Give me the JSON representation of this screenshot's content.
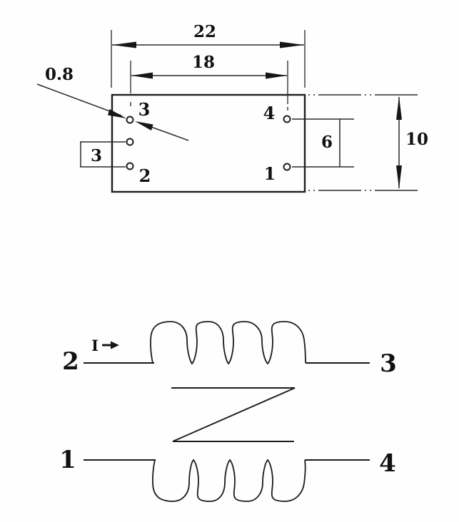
{
  "drawing": {
    "dimensions": {
      "overall_width": "22",
      "pin_column_span": "18",
      "overall_height": "10",
      "right_pin_spacing": "6",
      "left_pin_spacing": "3",
      "hole_diameter": "0.8"
    },
    "pin_labels": {
      "pin3": "3",
      "pin4": "4",
      "pin2": "2",
      "pin1": "1"
    }
  },
  "schematic": {
    "terminals": {
      "top_left": "2",
      "top_right": "3",
      "bottom_left": "1",
      "bottom_right": "4"
    },
    "current_label": "I"
  },
  "colors": {
    "line": "#1b1b1b",
    "background": "#fefefe"
  }
}
